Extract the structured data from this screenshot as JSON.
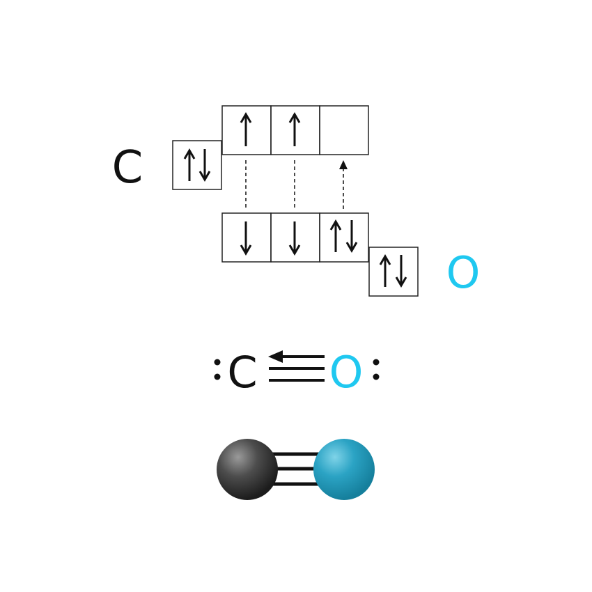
{
  "orbital_diagram": {
    "carbon": {
      "label": "C",
      "color": "#111111",
      "s_orbital": "↑↓",
      "p_orbitals": [
        "↑",
        "↑",
        ""
      ]
    },
    "oxygen": {
      "label": "O",
      "color": "#1fc8f0",
      "s_orbital": "↑↓",
      "p_orbitals": [
        "↓",
        "↓",
        "↑↓"
      ]
    }
  },
  "lewis_structure": {
    "left_atom": "C",
    "right_atom": "O",
    "left_color": "#111111",
    "right_color": "#1fc8f0",
    "bond_order": 3,
    "dative_bond": "O→C",
    "lone_pairs": [
      "C",
      "O"
    ]
  },
  "ball_and_stick": {
    "left_atom_color": "#4a4a4a",
    "right_atom_color": "#2ba3c4",
    "bond_count": 3
  }
}
